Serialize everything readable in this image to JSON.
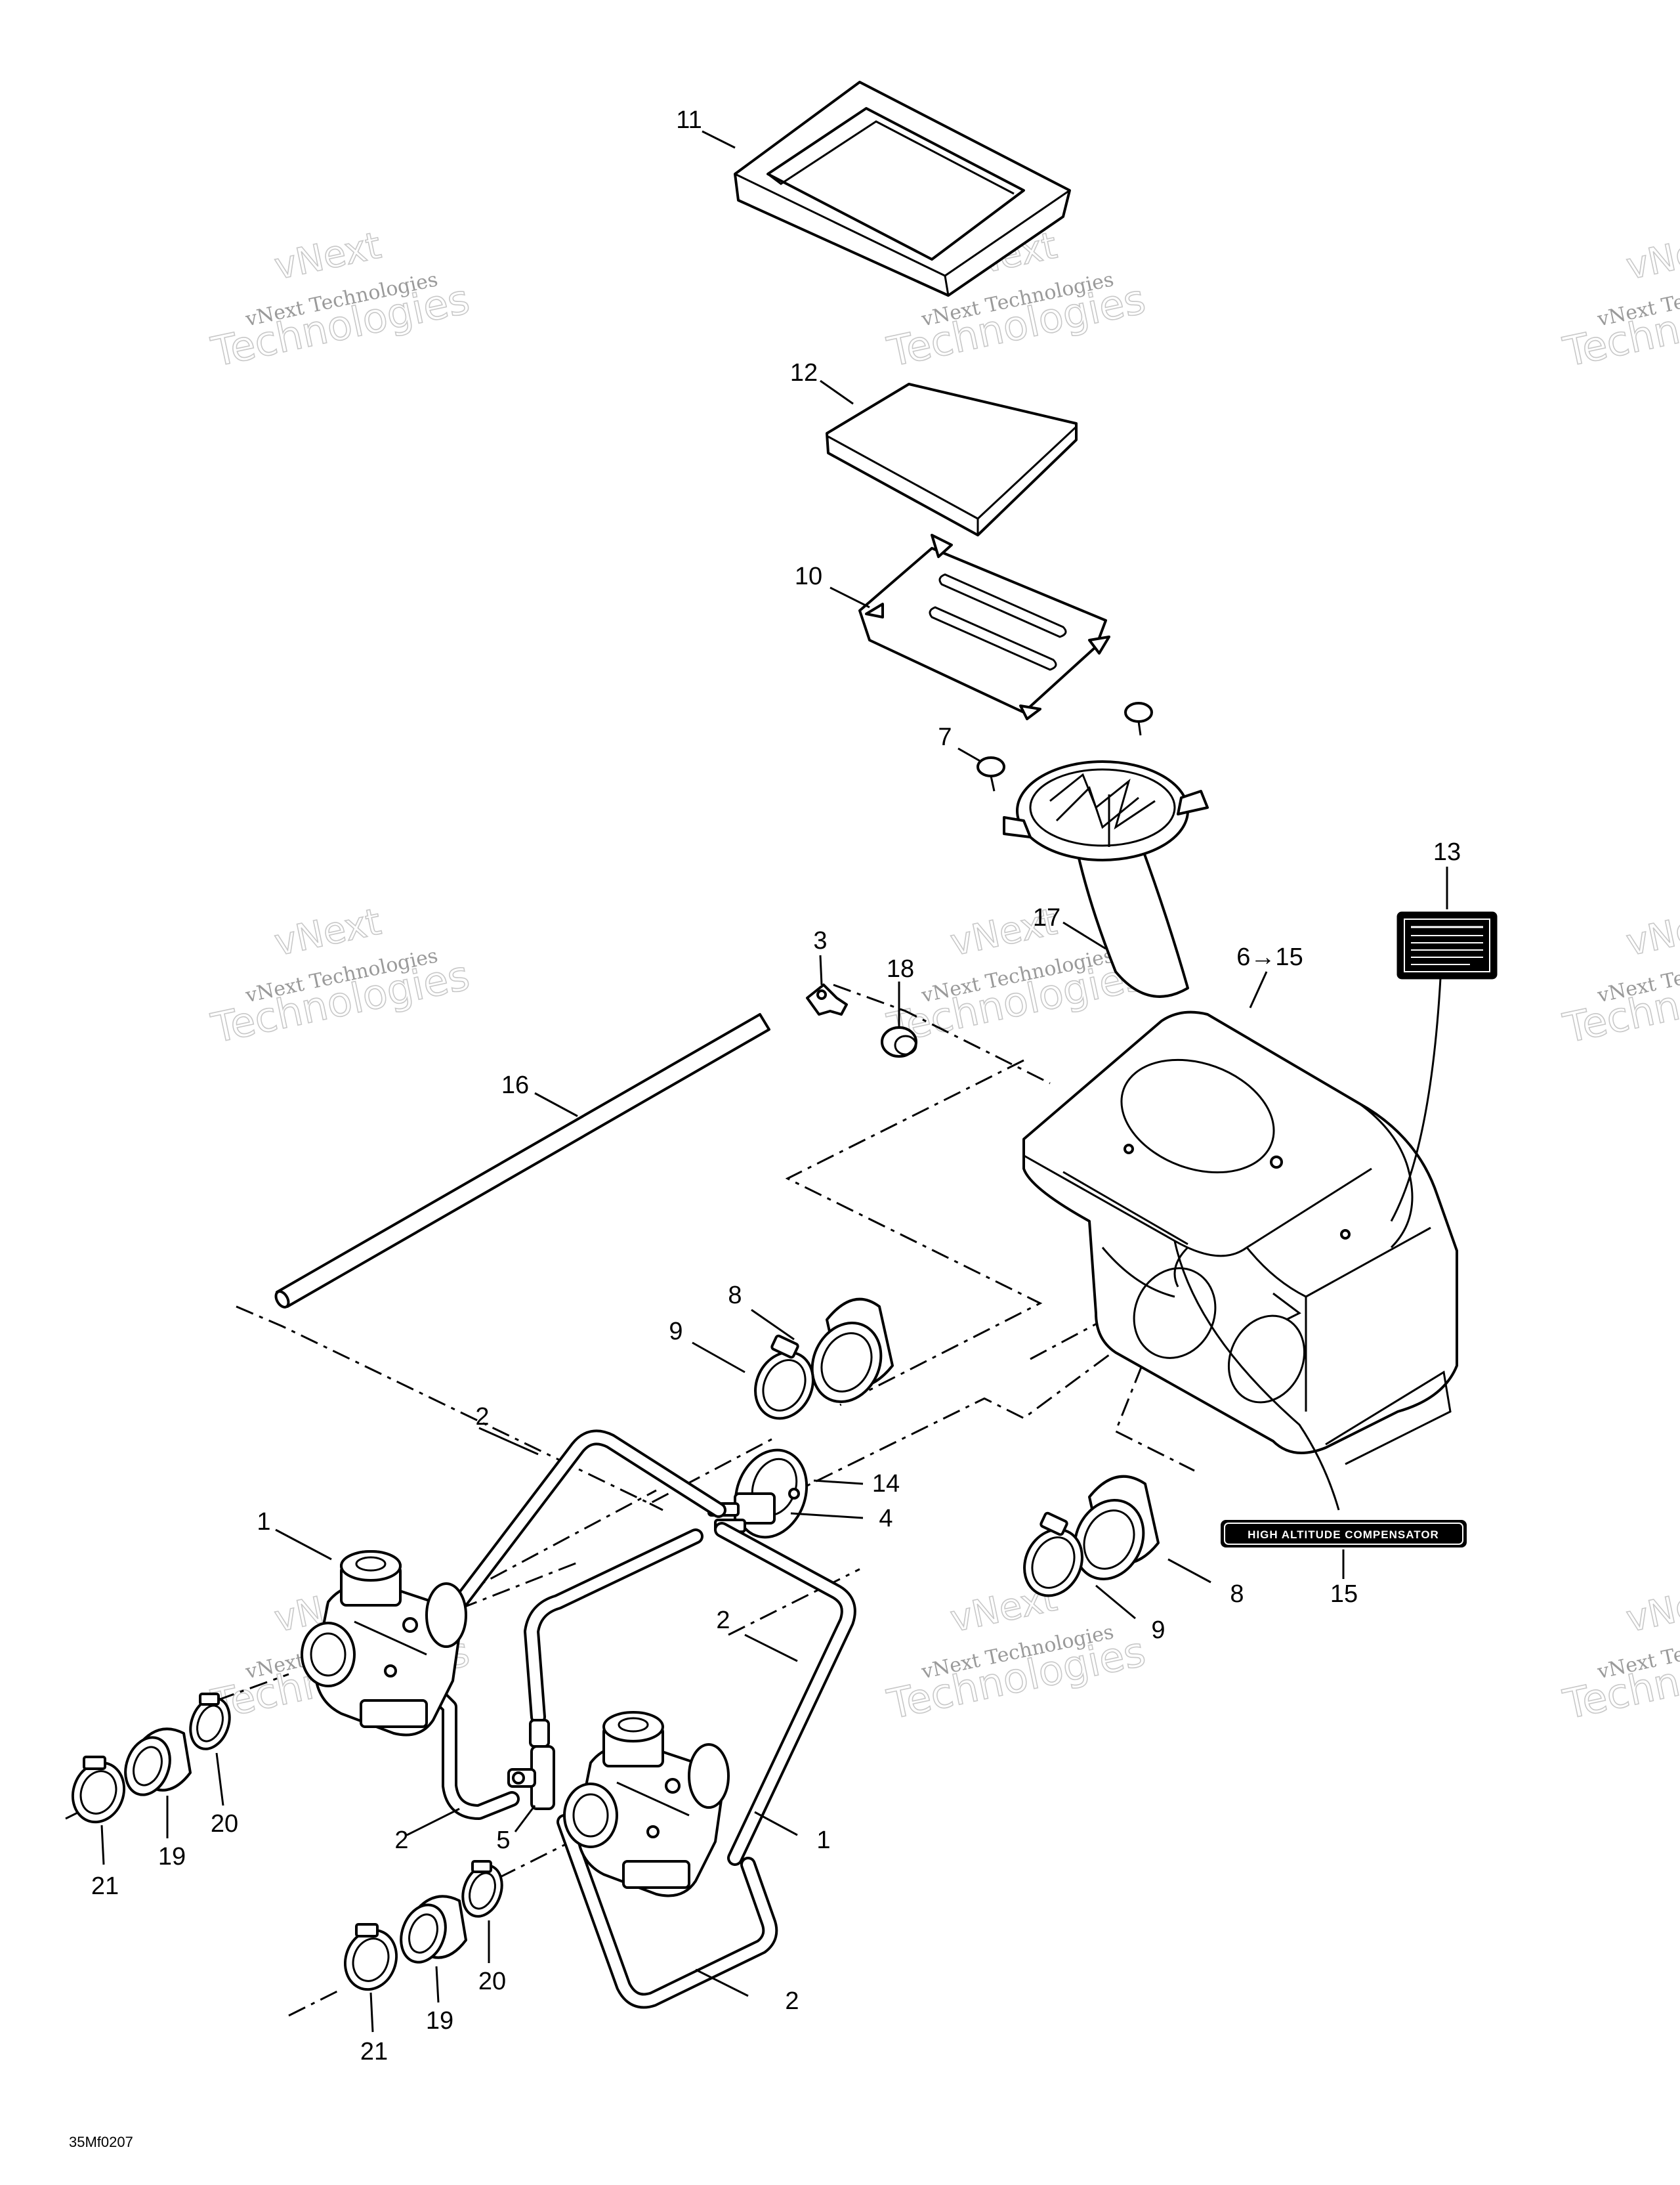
{
  "figure_code": "35Mf0207",
  "watermark": {
    "line1": "vNext",
    "line2": "vNext Technologies",
    "line3": "Technologies"
  },
  "decal_text": "HIGH ALTITUDE COMPENSATOR",
  "callouts": {
    "c1a": "1",
    "c1b": "1",
    "c2a": "2",
    "c2b": "2",
    "c2c": "2",
    "c2d": "2",
    "c3": "3",
    "c4": "4",
    "c5": "5",
    "c6": "6→15",
    "c7": "7",
    "c8a": "8",
    "c8b": "8",
    "c9a": "9",
    "c9b": "9",
    "c10": "10",
    "c11": "11",
    "c12": "12",
    "c13": "13",
    "c14": "14",
    "c15": "15",
    "c16": "16",
    "c17": "17",
    "c18": "18",
    "c19a": "19",
    "c19b": "19",
    "c20a": "20",
    "c20b": "20",
    "c21a": "21",
    "c21b": "21"
  }
}
